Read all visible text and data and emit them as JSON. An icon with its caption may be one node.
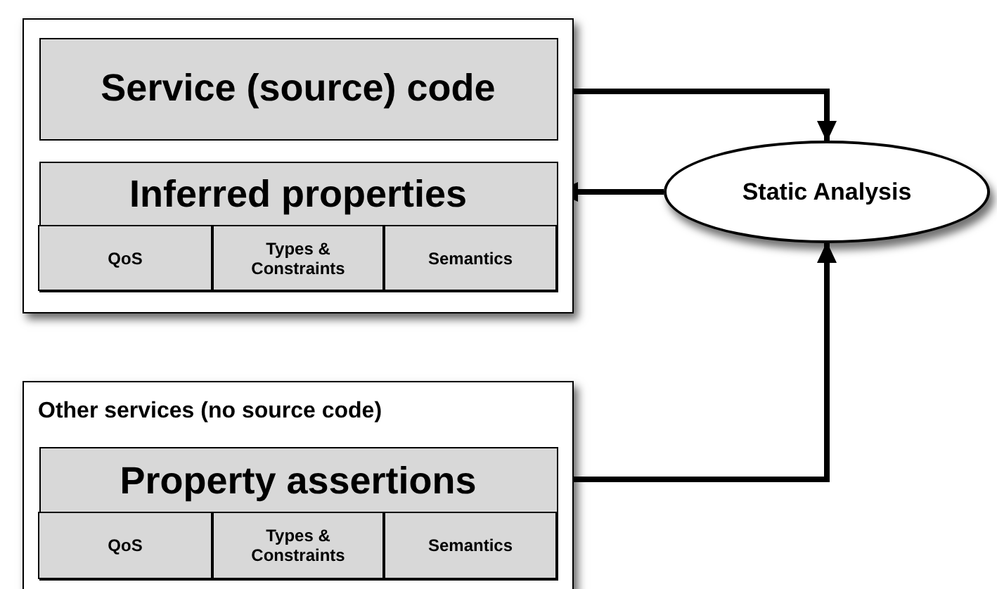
{
  "diagram": {
    "nodes": [
      {
        "text": [],
        "shape": "box"
      },
      {
        "text": [
          "Service (source) code"
        ],
        "in": 0
      },
      {
        "text": [
          "Inferred properties"
        ],
        "in": 0
      },
      {
        "text": [
          "QoS"
        ],
        "in": 2
      },
      {
        "text": [
          "Types & Constraints"
        ],
        "in": 2
      },
      {
        "text": [
          "Semantics"
        ],
        "in": 2
      },
      {
        "text": [
          "Static Analysis"
        ]
      },
      {
        "text": [
          "Other services (no source code)"
        ]
      },
      {
        "text": [
          "Property assertions"
        ],
        "in": 7
      },
      {
        "text": [
          "QoS"
        ],
        "in": 8
      },
      {
        "text": [
          "Types & Constraints"
        ],
        "in": 8
      },
      {
        "text": [
          "Semantics"
        ],
        "in": 8
      }
    ],
    "edges": [
      {
        "from": 1,
        "to": 6,
        "arrow": "to"
      },
      {
        "from": 6,
        "to": 2,
        "arrow": "to"
      },
      {
        "from": 8,
        "to": 6,
        "arrow": "to"
      }
    ]
  }
}
